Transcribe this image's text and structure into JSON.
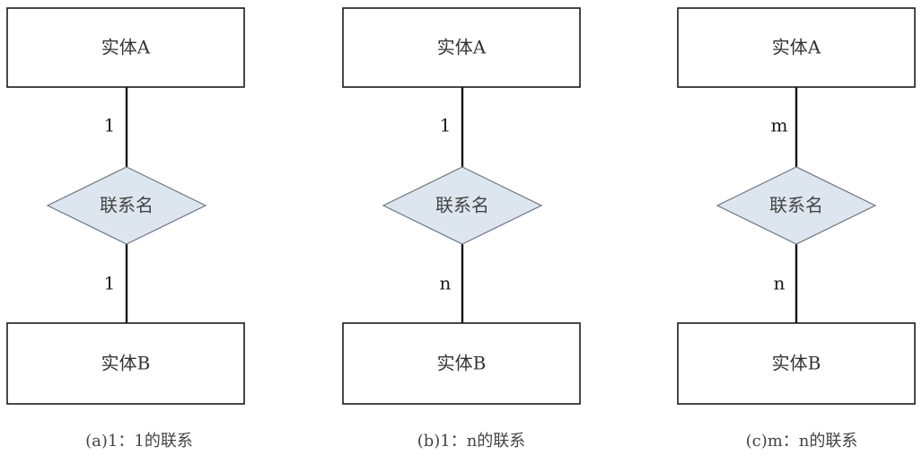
{
  "diagrams": [
    {
      "entity_top": "实体A",
      "entity_bottom": "实体B",
      "relationship": "联系名",
      "card_top": "1",
      "card_bottom": "1",
      "caption": "(a)1：1的联系"
    },
    {
      "entity_top": "实体A",
      "entity_bottom": "实体B",
      "relationship": "联系名",
      "card_top": "1",
      "card_bottom": "n",
      "caption": "(b)1：n的联系"
    },
    {
      "entity_top": "实体A",
      "entity_bottom": "实体B",
      "relationship": "联系名",
      "card_top": "m",
      "card_bottom": "n",
      "caption": "(c)m：n的联系"
    }
  ]
}
